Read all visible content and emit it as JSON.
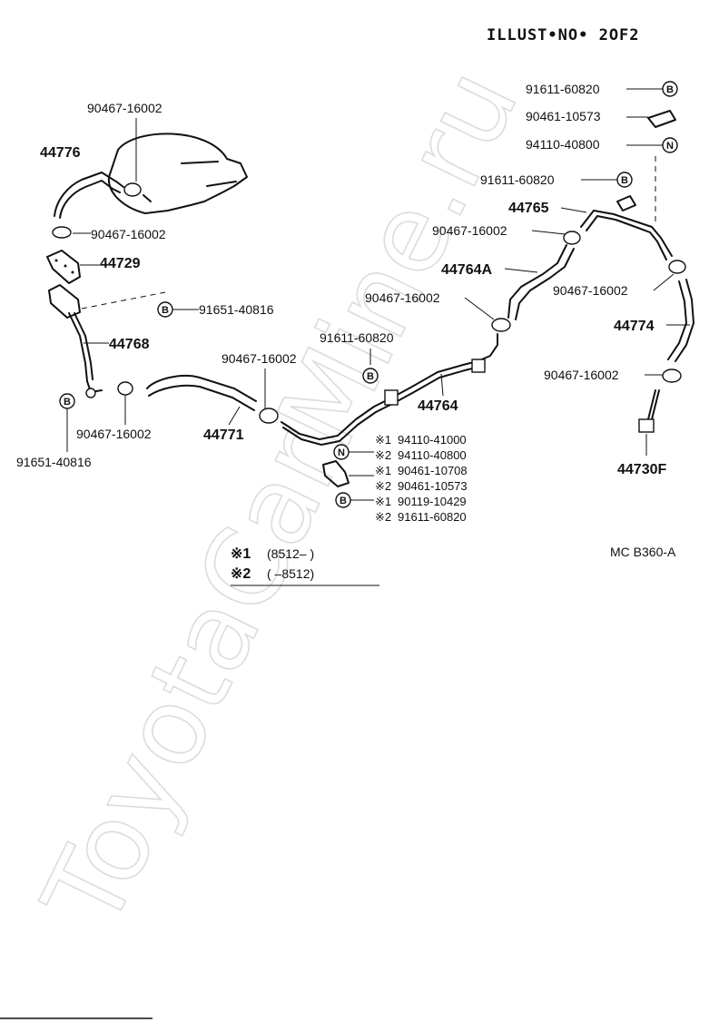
{
  "header": {
    "illust_no": "ILLUST•NO• 2OF2"
  },
  "watermark": "ToyotaCarMine.ru",
  "parts": {
    "p44776": "44776",
    "p44729": "44729",
    "p44768": "44768",
    "p44771": "44771",
    "p44764": "44764",
    "p44764a": "44764A",
    "p44765": "44765",
    "p44774": "44774",
    "p44730f": "44730F"
  },
  "callouts": {
    "c90467_top": "90467-16002",
    "c90467_l2": "90467-16002",
    "c91651_r": "91651-40816",
    "c90467_l3": "90467-16002",
    "c91651_l": "91651-40816",
    "c90467_mid": "90467-16002",
    "c91611_mid": "91611-60820",
    "c90467_c": "90467-16002",
    "c90467_c2": "90467-16002",
    "c91611_r1": "91611-60820",
    "c90461_r": "90461-10573",
    "c94110_r": "94110-40800",
    "c91611_r2": "91611-60820",
    "c90467_r1": "90467-16002",
    "c90467_r2": "90467-16002"
  },
  "variants": [
    {
      "mark": "※1",
      "part": "94110-41000"
    },
    {
      "mark": "※2",
      "part": "94110-40800"
    },
    {
      "mark": "※1",
      "part": "90461-10708"
    },
    {
      "mark": "※2",
      "part": "90461-10573"
    },
    {
      "mark": "※1",
      "part": "90119-10429"
    },
    {
      "mark": "※2",
      "part": "91611-60820"
    }
  ],
  "badges": {
    "b": "B",
    "n": "N"
  },
  "legend": {
    "line1_mark": "※1",
    "line1_text": "(8512–        )",
    "line2_mark": "※2",
    "line2_text": "(          –8512)"
  },
  "figure_code": "MC B360-A",
  "colors": {
    "ink": "#111111",
    "paper": "#ffffff",
    "watermark": "#dcdcdc"
  }
}
